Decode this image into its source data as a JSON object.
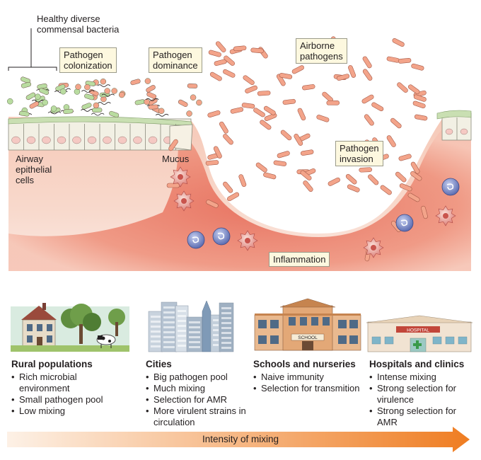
{
  "top_labels": {
    "commensal": "Healthy diverse\ncommensal bacteria",
    "colonization": "Pathogen\ncolonization",
    "dominance": "Pathogen\ndominance",
    "airborne": "Airborne\npathogens",
    "invasion": "Pathogen\ninvasion",
    "epithelial": "Airway\nepithelial\ncells",
    "mucus": "Mucus",
    "inflammation": "Inflammation"
  },
  "settings": [
    {
      "title": "Rural populations",
      "icon": "farmhouse-icon",
      "items": [
        "Rich microbial environment",
        "Small pathogen pool",
        "Low mixing"
      ]
    },
    {
      "title": "Cities",
      "icon": "city-skyline-icon",
      "items": [
        "Big pathogen pool",
        "Much mixing",
        "Selection for AMR",
        "More virulent strains in circulation"
      ]
    },
    {
      "title": "Schools and nurseries",
      "icon": "school-building-icon",
      "items": [
        "Naive immunity",
        "Selection for transmition"
      ]
    },
    {
      "title": "Hospitals and clinics",
      "icon": "hospital-building-icon",
      "items": [
        "Intense mixing",
        "Strong selection for virulence",
        "Strong selection for AMR"
      ]
    },
    {
      "school_sign": "SCHOOL",
      "hospital_sign": "HOSPITAL"
    }
  ],
  "arrow": {
    "label": "Intensity of mixing"
  },
  "colors": {
    "tissue": "#f3b9a6",
    "tissue_deep": "#e26d5a",
    "pathogen": "#f3a48a",
    "commensal": "#b9dca0",
    "immune_blue": "#5d6fb5",
    "arrow_end": "#ef7d22"
  }
}
